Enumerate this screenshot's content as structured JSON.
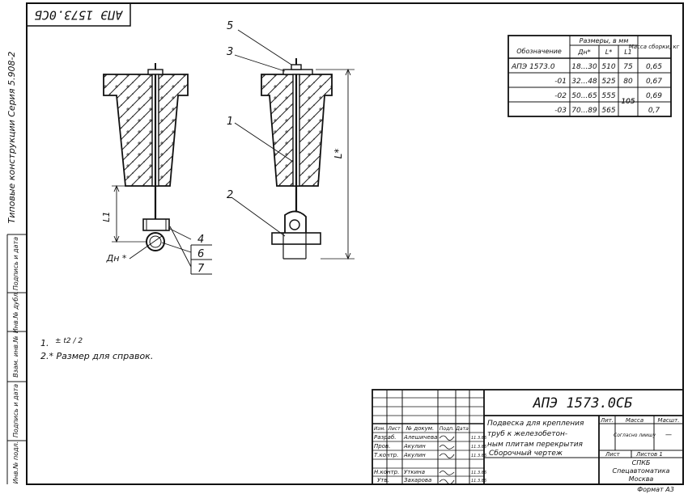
{
  "stamp_code": "АПЭ 1573.0СБ",
  "side_series": "Типовые конструкции   Серия 5.908-2",
  "left_margin": [
    "Инв.№ подл.",
    "Подпись и дата",
    "Взам. инв.№",
    "Инв.№ дубл.",
    "Подпись и дата"
  ],
  "callouts": [
    "5",
    "3",
    "1",
    "2",
    "4",
    "6",
    "7"
  ],
  "dims": {
    "L1": "L1",
    "L": "L*",
    "dn": "Дн *"
  },
  "notes": [
    "1.",
    "± t2 / 2",
    "2.* Размер для справок."
  ],
  "spec_table": {
    "group_header": "Размеры, в мм",
    "mass_header": "Масса сборки, кг",
    "col_headers": [
      "Обозначение",
      "Дн*",
      "L*",
      "L1"
    ],
    "rows": [
      {
        "designation": "АПЭ 1573.0",
        "dn": "18...30",
        "L": "510",
        "L1": "75",
        "mass": "0,65"
      },
      {
        "designation": "-01",
        "dn": "32...48",
        "L": "525",
        "L1": "80",
        "mass": "0,67"
      },
      {
        "designation": "-02",
        "dn": "50...65",
        "L": "555",
        "L1": "105",
        "mass": "0,69"
      },
      {
        "designation": "-03",
        "dn": "70...89",
        "L": "565",
        "L1": "",
        "mass": "0,7"
      }
    ]
  },
  "title_block": {
    "code": "АПЭ 1573.0СБ",
    "title_lines": [
      "Подвеска для крепления",
      "труб к железобетон-",
      "ным плитам перекрытия"
    ],
    "doc_type": "Сборочный чертеж",
    "lit": "Лит.",
    "massa": "Масса",
    "masht": "Масшт.",
    "mass_value": "Согласно лиишу",
    "scale_value": "—",
    "list": "Лист",
    "listov": "Листов 1",
    "org": [
      "СПКБ",
      "Спецавтоматика",
      "Москва"
    ],
    "header_row": [
      "Изм.",
      "Лист",
      "№ докум.",
      "Подп.",
      "Дата"
    ],
    "people": [
      {
        "role": "Разраб.",
        "name": "Алешичева",
        "date": "11.3.86"
      },
      {
        "role": "Пров.",
        "name": "Акулин",
        "date": "11.3.86"
      },
      {
        "role": "Т.контр.",
        "name": "Акулин",
        "date": "11.3.86"
      },
      {
        "role": "Н.контр.",
        "name": "Уткина",
        "date": "11.3.86"
      },
      {
        "role": "Утв.",
        "name": "Захарова",
        "date": "11.3.86"
      }
    ]
  },
  "format": "Формат А3"
}
